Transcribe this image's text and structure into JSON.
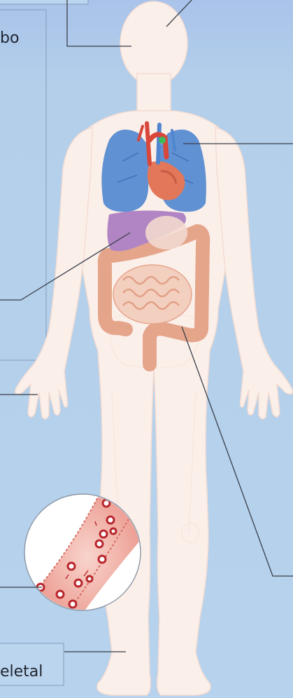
{
  "labels": {
    "top_left_fragment": "bo",
    "bottom_left_fragment": "eletal"
  },
  "colors": {
    "background": "#b3cfea",
    "body": "#fbefea",
    "body_outline": "#f6e1d8",
    "lungs": "#4f86cf",
    "heart": "#e3775a",
    "liver": "#b185c4",
    "intestine": "#e5a58b",
    "vessels_red": "#d8473a",
    "blood_cell": "#b8262c",
    "leader_line": "#3a3f4a"
  },
  "icons": [
    "body-silhouette",
    "lungs-icon",
    "heart-icon",
    "liver-icon",
    "intestine-icon",
    "blood-vessel-magnifier-icon"
  ]
}
